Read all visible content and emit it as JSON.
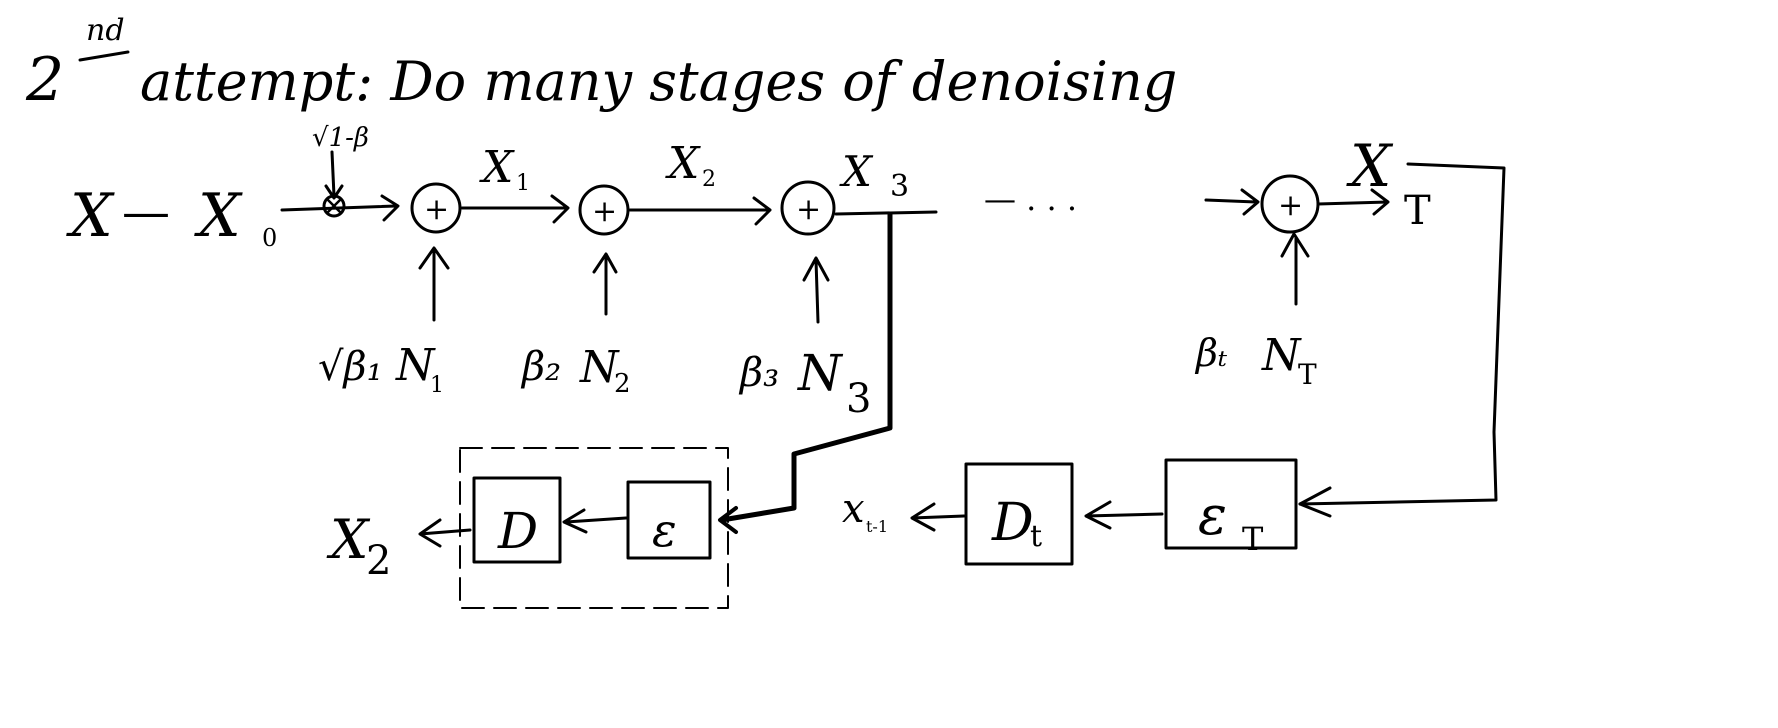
{
  "title": {
    "ordinal": "2",
    "ordinal_suffix": "nd",
    "text": "attempt: Do many stages of denoising"
  },
  "forward": {
    "x": "X",
    "dash": "—",
    "x0": "X",
    "x0_sub": "0",
    "scale_label": "√1-β",
    "x1": "X",
    "x1_sub": "1",
    "x2": "X",
    "x2_sub": "2",
    "x3": "X",
    "x3_sub": "3",
    "ellipsis": "— . . .",
    "xT": "X",
    "xT_sub": "T",
    "plus": "+"
  },
  "noise": [
    {
      "coef": "√β₁",
      "n": "N",
      "sub": "1"
    },
    {
      "coef": "β₂",
      "n": "N",
      "sub": "2"
    },
    {
      "coef": "β₃",
      "n": "N",
      "sub": "3"
    },
    {
      "coef": "βₜ",
      "n": "N",
      "sub": "T"
    }
  ],
  "reverse": {
    "x2": "X",
    "x2_sub": "2",
    "decoder": "D",
    "encoder": "ε",
    "xt_minus_1": "x",
    "xt_minus_1_sub": "t-1",
    "decoder_t": "D",
    "decoder_t_sub": "t",
    "encoder_T": "ε",
    "encoder_T_sub": "T"
  }
}
